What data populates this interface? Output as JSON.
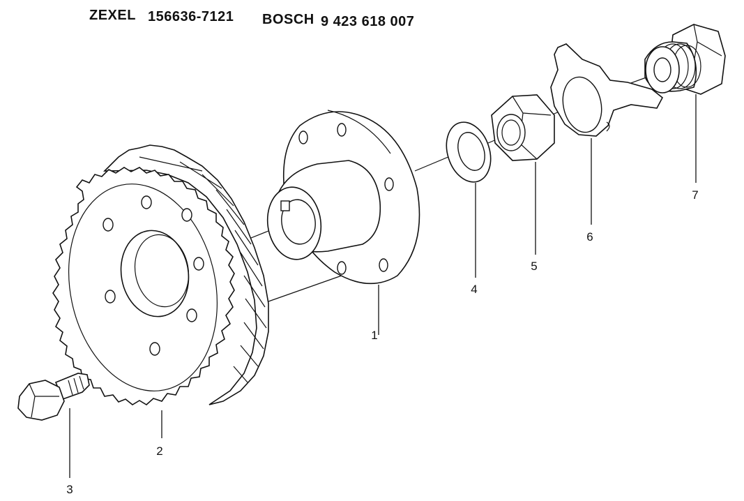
{
  "header": {
    "brand_1": "ZEXEL",
    "number_1": "156636-7121",
    "brand_2": "BOSCH",
    "number_2": "9 423 618 007"
  },
  "callouts": [
    {
      "id": "1",
      "label": "1"
    },
    {
      "id": "2",
      "label": "2"
    },
    {
      "id": "3",
      "label": "3"
    },
    {
      "id": "4",
      "label": "4"
    },
    {
      "id": "5",
      "label": "5"
    },
    {
      "id": "6",
      "label": "6"
    },
    {
      "id": "7",
      "label": "7"
    }
  ]
}
